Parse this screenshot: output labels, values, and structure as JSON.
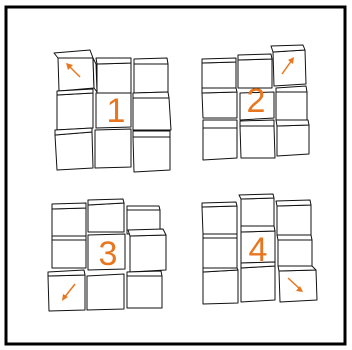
{
  "colors": {
    "background": "#ffffff",
    "frame": "#000000",
    "cube_stroke": "#111111",
    "cube_fill": "#ffffff",
    "accent": "#e8761e"
  },
  "panels": [
    {
      "label": "1",
      "arrow_icon": "arrow-up-left-icon"
    },
    {
      "label": "2",
      "arrow_icon": "arrow-up-right-icon"
    },
    {
      "label": "3",
      "arrow_icon": "arrow-down-left-icon"
    },
    {
      "label": "4",
      "arrow_icon": "arrow-down-right-icon"
    }
  ]
}
